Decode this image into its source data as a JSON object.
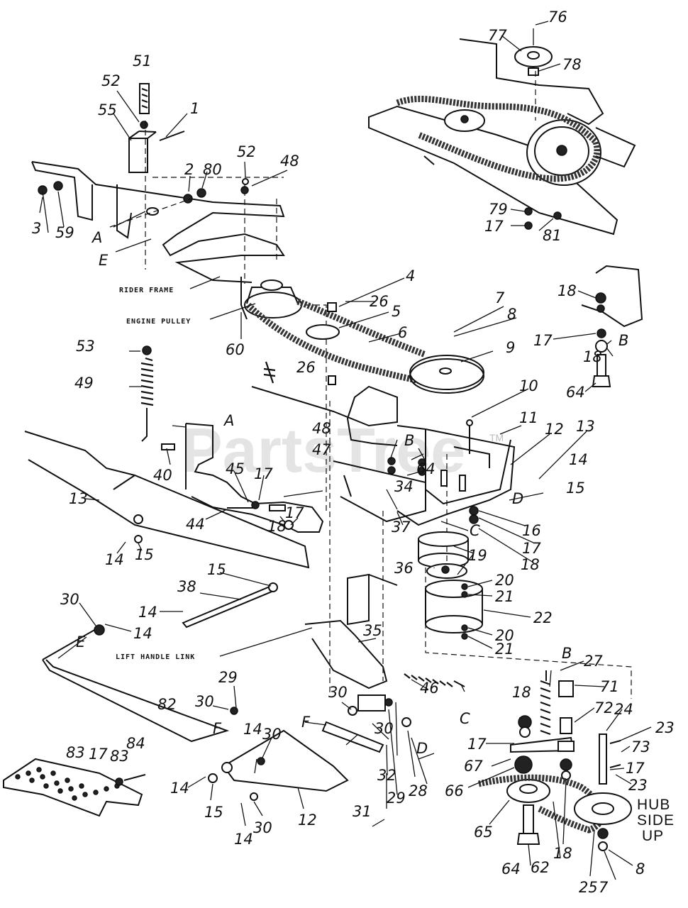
{
  "watermark": {
    "text": "PartsTree",
    "trademark": "TM"
  },
  "captions": {
    "rider_frame": "RIDER FRAME",
    "engine_pulley": "ENGINE PULLEY",
    "lift_handle_link": "LIFT HANDLE LINK",
    "hub_side_up": [
      "HUB",
      "SIDE",
      "UP"
    ]
  },
  "callouts": {
    "c1": "1",
    "c2": "2",
    "c3": "3",
    "c4": "4",
    "c5": "5",
    "c6": "6",
    "c7a": "7",
    "c7b": "7",
    "c8a": "8",
    "c8b": "8",
    "c9": "9",
    "c10": "10",
    "c11": "11",
    "c12a": "12",
    "c12b": "12",
    "c13a": "13",
    "c13b": "13",
    "c14a": "14",
    "c14b": "14",
    "c14c": "14",
    "c14d": "14",
    "c14e": "14",
    "c14f": "14",
    "c14g": "14",
    "c15a": "15",
    "c15b": "15",
    "c15c": "15",
    "c15d": "15",
    "c16": "16",
    "c17a": "17",
    "c17b": "17",
    "c17c": "17",
    "c17d": "17",
    "c17e": "17",
    "c17f": "17",
    "c17g": "17",
    "c17h": "17",
    "c18a": "18",
    "c18b": "18",
    "c18c": "18",
    "c18d": "18",
    "c18e": "18",
    "c18f": "18",
    "c19": "19",
    "c20a": "20",
    "c20b": "20",
    "c21a": "21",
    "c21b": "21",
    "c22": "22",
    "c23a": "23",
    "c23b": "23",
    "c24": "24",
    "c25": "25",
    "c26a": "26",
    "c26b": "26",
    "c27": "27",
    "c28": "28",
    "c29a": "29",
    "c29b": "29",
    "c30a": "30",
    "c30b": "30",
    "c30c": "30",
    "c30d": "30",
    "c30e": "30",
    "c30f": "30",
    "c31": "31",
    "c32": "32",
    "c34": "34",
    "c35": "35",
    "c36": "36",
    "c37": "37",
    "c38": "38",
    "c40": "40",
    "c44": "44",
    "c45": "45",
    "c46": "46",
    "c47": "47",
    "c48a": "48",
    "c48b": "48",
    "c49": "49",
    "c51": "51",
    "c52a": "52",
    "c52b": "52",
    "c53": "53",
    "c55": "55",
    "c59": "59",
    "c60": "60",
    "c62": "62",
    "c64a": "64",
    "c64b": "64",
    "c64c": "64",
    "c65": "65",
    "c66": "66",
    "c67": "67",
    "c71": "71",
    "c72": "72",
    "c73": "73",
    "c76": "76",
    "c77": "77",
    "c78": "78",
    "c79": "79",
    "c80": "80",
    "c81": "81",
    "c82": "82",
    "c83a": "83",
    "c83b": "83",
    "c84": "84"
  },
  "letters": {
    "A1": "A",
    "A2": "A",
    "B1": "B",
    "B2": "B",
    "B3": "B",
    "C1": "C",
    "C2": "C",
    "D1": "D",
    "D2": "D",
    "E1": "E",
    "E2": "E",
    "F1": "F",
    "F2": "F"
  }
}
